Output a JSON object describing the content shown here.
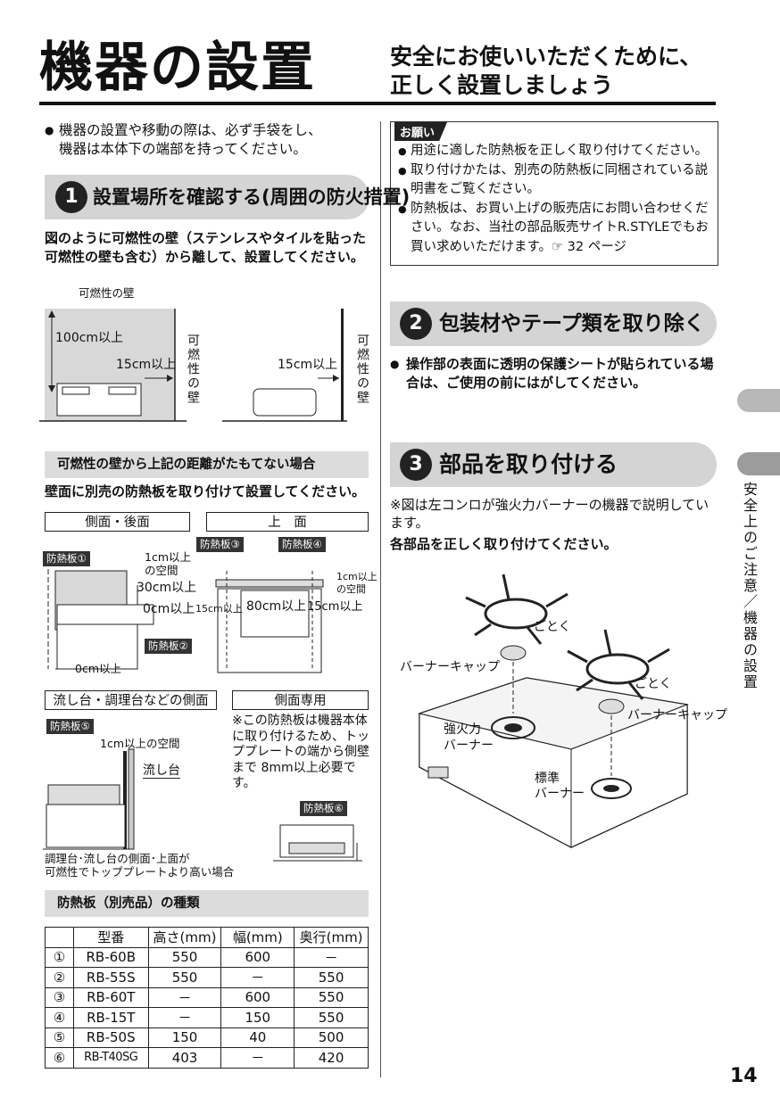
{
  "header": {
    "title": "機器の設置",
    "subtitle_line1": "安全にお使いいただくために、",
    "subtitle_line2": "正しく設置しましょう"
  },
  "intro": {
    "line1": "機器の設置や移動の際は、必ず手袋をし、",
    "line2": "機器は本体下の端部を持ってください。"
  },
  "notice": {
    "tag": "お願い",
    "items": [
      "用途に適した防熱板を正しく取り付けてください。",
      "取り付けかたは、別売の防熱板に同梱されている説明書をご覧ください。",
      "防熱板は、お買い上げの販売店にお問い合わせください。なお、当社の部品販売サイトR.STYLEでもお買い求めいただけます。☞ 32 ページ"
    ]
  },
  "section1": {
    "number": "1",
    "title": "設置場所を確認する(周囲の防火措置)",
    "body": "図のように可燃性の壁（ステンレスやタイルを貼った可燃性の壁も含む）から離して、設置してください。",
    "wall_top_label": "可燃性の壁",
    "label_100": "100cm以上",
    "label_15a": "15cm以上",
    "label_15b": "15cm以上",
    "wall_side_label": "可燃性の壁"
  },
  "subsection": {
    "bar": "可燃性の壁から上記の距離がたもてない場合",
    "body": "壁面に別売の防熱板を取り付けて設置してください。",
    "side_back_label": "側面・後面",
    "top_label": "上　面",
    "plate1": "防熱板①",
    "plate2": "防熱板②",
    "plate3": "防熱板③",
    "plate4": "防熱板④",
    "plate5": "防熱板⑤",
    "plate6": "防熱板⑥",
    "gap_1cm_l1": "1cm以上",
    "gap_1cm_l2": "の空間",
    "h30": "30cm以上",
    "h0": "0cm以上",
    "bottom0": "0cm以上",
    "top_gap_l1": "1cm以上",
    "top_gap_l2": "の空間",
    "top_15l": "15cm以上",
    "top_80": "80cm以上",
    "top_15r": "15cm以上",
    "sink_label": "流し台・調理台などの側面",
    "side_only_label": "側面専用",
    "sink_gap": "1cm以上の空間",
    "sink_word": "流し台",
    "sink_note_l1": "調理台･流し台の側面･上面が",
    "sink_note_l2": "可燃性でトッププレートより高い場合",
    "side_note": "※この防熱板は機器本体に取り付けるため、トッププレートの端から側壁まで 8mm以上必要です。"
  },
  "types": {
    "bar": "防熱板（別売品）の種類",
    "headers": [
      "",
      "型番",
      "高さ(mm)",
      "幅(mm)",
      "奥行(mm)"
    ],
    "rows": [
      [
        "①",
        "RB-60B",
        "550",
        "600",
        "－"
      ],
      [
        "②",
        "RB-55S",
        "550",
        "－",
        "550"
      ],
      [
        "③",
        "RB-60T",
        "－",
        "600",
        "550"
      ],
      [
        "④",
        "RB-15T",
        "－",
        "150",
        "550"
      ],
      [
        "⑤",
        "RB-50S",
        "150",
        "40",
        "500"
      ],
      [
        "⑥",
        "RB-T40SG",
        "403",
        "－",
        "420"
      ]
    ]
  },
  "section2": {
    "number": "2",
    "title": "包装材やテープ類を取り除く",
    "body": "操作部の表面に透明の保護シートが貼られている場合は、ご使用の前にはがしてください。"
  },
  "section3": {
    "number": "3",
    "title": "部品を取り付ける",
    "note": "※図は左コンロが強火力バーナーの機器で説明しています。",
    "body": "各部品を正しく取り付けてください。",
    "gotoku_l": "ごとく",
    "gotoku_r": "ごとく",
    "cap_l": "バーナーキャップ",
    "cap_r": "バーナーキャップ",
    "strong_l1": "強火力",
    "strong_l2": "バーナー",
    "std_l1": "標準",
    "std_l2": "バーナー"
  },
  "side": {
    "tab_text": "安全上のご注意／機器の設置"
  },
  "page_number": "14"
}
